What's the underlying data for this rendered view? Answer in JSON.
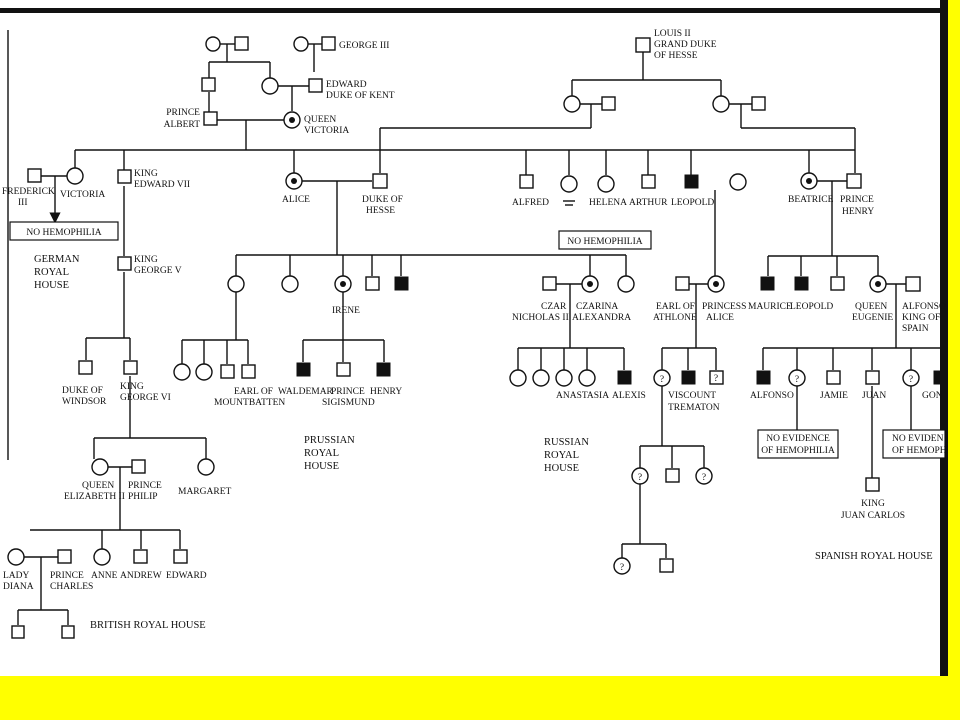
{
  "colors": {
    "background": "#ffff00",
    "paper": "#ffffff",
    "ink": "#111111"
  },
  "people": {
    "george3": "GEORGE III",
    "edward1": "EDWARD",
    "edward2": "DUKE OF KENT",
    "albert1": "PRINCE",
    "albert2": "ALBERT",
    "victoria1": "QUEEN",
    "victoria2": "VICTORIA",
    "louis1": "LOUIS II",
    "louis2": "GRAND DUKE",
    "louis3": "OF HESSE",
    "frederick1": "FREDERICK",
    "frederick2": "III",
    "vicd": "VICTORIA",
    "edward7a": "KING",
    "edward7b": "EDWARD VII",
    "alice": "ALICE",
    "dukehesse1": "DUKE OF",
    "dukehesse2": "HESSE",
    "alfred": "ALFRED",
    "helena": "HELENA",
    "arthur": "ARTHUR",
    "leopold": "LEOPOLD",
    "beatrice": "BEATRICE",
    "henry1": "PRINCE",
    "henry2": "HENRY",
    "george5a": "KING",
    "george5b": "GEORGE V",
    "irene": "IRENE",
    "czar1": "CZAR",
    "czar2": "NICHOLAS II",
    "czarina1": "CZARINA",
    "czarina2": "ALEXANDRA",
    "athlone1": "EARL OF",
    "athlone2": "ATHLONE",
    "palice1": "PRINCESS",
    "palice2": "ALICE",
    "maurice": "MAURICE",
    "leopold2": "LEOPOLD",
    "eugenie1": "QUEEN",
    "eugenie2": "EUGENIE",
    "alfonso13a": "ALFONSO",
    "alfonso13b": "KING OF",
    "alfonso13c": "SPAIN",
    "windsor1": "DUKE OF",
    "windsor2": "WINDSOR",
    "george6a": "KING",
    "george6b": "GEORGE VI",
    "mountbatten1": "EARL OF",
    "mountbatten2": "MOUNTBATTEN",
    "waldemar": "WALDEMAR",
    "sigismund1": "PRINCE",
    "sigismund2": "SIGISMUND",
    "henryp": "HENRY",
    "anastasia": "ANASTASIA",
    "alexis": "ALEXIS",
    "trematon1": "VISCOUNT",
    "trematon2": "TREMATON",
    "alfonso": "ALFONSO",
    "jamie": "JAMIE",
    "juan": "JUAN",
    "gon": "GON",
    "elizabeth1": "QUEEN",
    "elizabeth2": "ELIZABETH II",
    "philip1": "PRINCE",
    "philip2": "PHILIP",
    "margaret": "MARGARET",
    "juancarlos1": "KING",
    "juancarlos2": "JUAN CARLOS",
    "diana1": "LADY",
    "diana2": "DIANA",
    "charles1": "PRINCE",
    "charles2": "CHARLES",
    "anne": "ANNE",
    "andrew": "ANDREW",
    "edwardp": "EDWARD"
  },
  "notes": {
    "nohemo1": "NO HEMOPHILIA",
    "nohemo2": "NO HEMOPHILIA",
    "noev1": "NO EVIDENCE",
    "noev2": "OF HEMOPHILIA",
    "noev3": "NO EVIDEN",
    "noev4": "OF HEMOPH"
  },
  "houses": {
    "german1": "GERMAN",
    "german2": "ROYAL",
    "german3": "HOUSE",
    "prussian1": "PRUSSIAN",
    "prussian2": "ROYAL",
    "prussian3": "HOUSE",
    "russian1": "RUSSIAN",
    "russian2": "ROYAL",
    "russian3": "HOUSE",
    "spanish": "SPANISH ROYAL HOUSE",
    "british": "BRITISH ROYAL HOUSE"
  },
  "symbols": {
    "unknown": "?"
  }
}
